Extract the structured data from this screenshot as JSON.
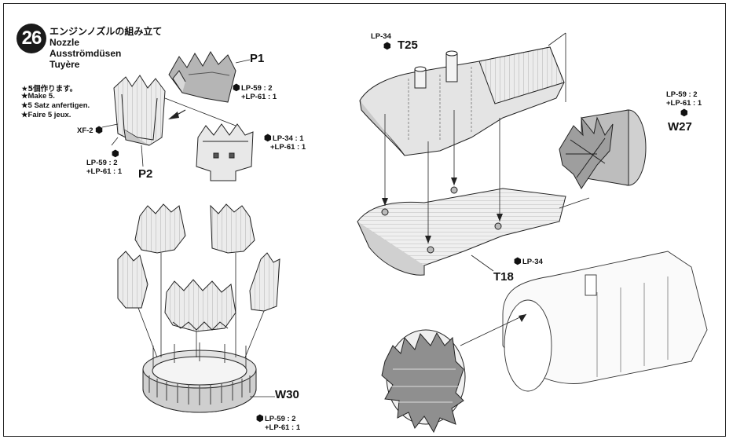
{
  "step": {
    "number": "26",
    "title_jp": "エンジンノズルの組み立て",
    "title_en": "Nozzle",
    "title_de": "Ausströmdüsen",
    "title_fr": "Tuyère"
  },
  "instructions": {
    "jp": "★5個作ります。",
    "en": "★Make 5.",
    "de": "★5 Satz anfertigen.",
    "fr": "★Faire 5 jeux."
  },
  "parts": {
    "p1": "P1",
    "p2": "P2",
    "w30": "W30",
    "t25": "T25",
    "w27": "W27",
    "t18": "T18"
  },
  "paints": {
    "p1_a": "LP-59 : 2",
    "p1_b": "+LP-61 : 1",
    "xf2": "XF-2",
    "p2_a": "LP-59 : 2",
    "p2_b": "+LP-61 : 1",
    "petal_a": "LP-34 : 1",
    "petal_b": "+LP-61 : 1",
    "w30_a": "LP-59 : 2",
    "w30_b": "+LP-61 : 1",
    "t25": "LP-34",
    "w27_a": "LP-59 : 2",
    "w27_b": "+LP-61 : 1",
    "t18": "LP-34"
  },
  "icons": {
    "paint_marker": "hexagon-paint-icon",
    "step_badge": "step-number-badge"
  },
  "colors": {
    "part_fill": "#e6e6e6",
    "part_shade": "#b9b9b9",
    "line": "#222222",
    "badge": "#1a1a1a"
  }
}
